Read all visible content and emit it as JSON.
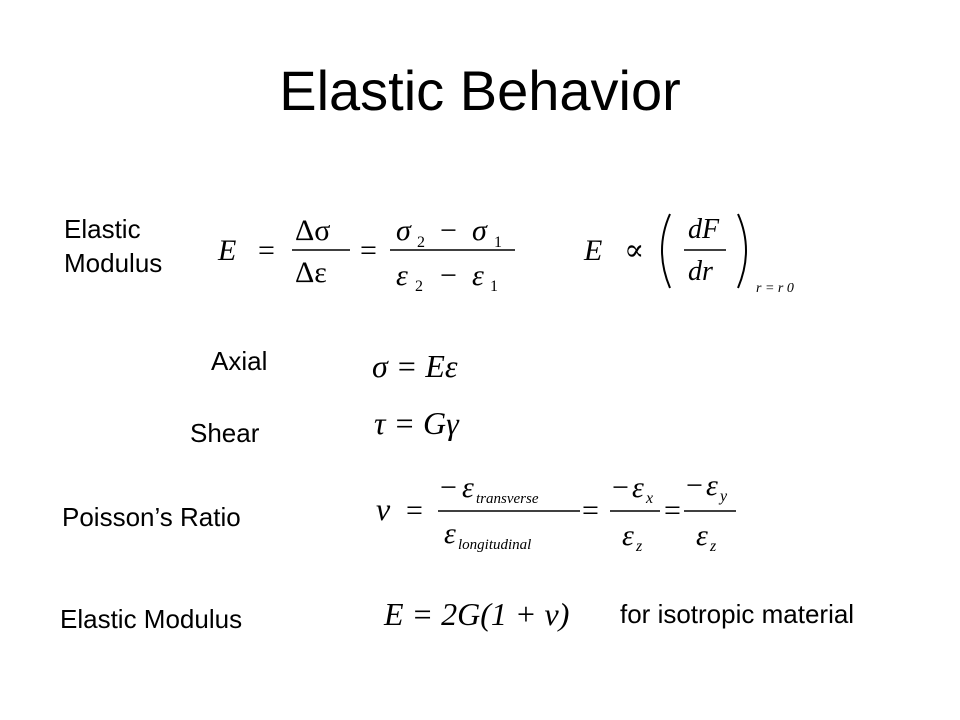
{
  "slide": {
    "title": "Elastic Behavior",
    "labels": {
      "elastic_modulus_line1": "Elastic",
      "elastic_modulus_line2": "Modulus",
      "axial": "Axial",
      "shear": "Shear",
      "poissons_ratio": "Poisson’s Ratio",
      "elastic_modulus_iso": "Elastic Modulus"
    },
    "note": "for isotropic material"
  },
  "equations": {
    "E_def": {
      "lhs": "E",
      "eq": "=",
      "delta_sigma": "Δσ",
      "delta_eps": "Δε",
      "sigma": "σ",
      "eps": "ε",
      "minus": "−",
      "sub1": "1",
      "sub2": "2"
    },
    "E_prop": {
      "lhs": "E",
      "prop": "∝",
      "num": "dF",
      "den": "dr",
      "cond": "r = r 0"
    },
    "axial": {
      "text": "σ = Eε"
    },
    "shear": {
      "text": "τ = Gγ"
    },
    "poisson": {
      "nu": "ν",
      "eq": "=",
      "minus": "−",
      "eps": "ε",
      "transverse": "transverse",
      "longitudinal": "longitudinal",
      "x": "x",
      "y": "y",
      "z": "z"
    },
    "isotropic": {
      "text": "E = 2G(1 + ν)"
    }
  }
}
